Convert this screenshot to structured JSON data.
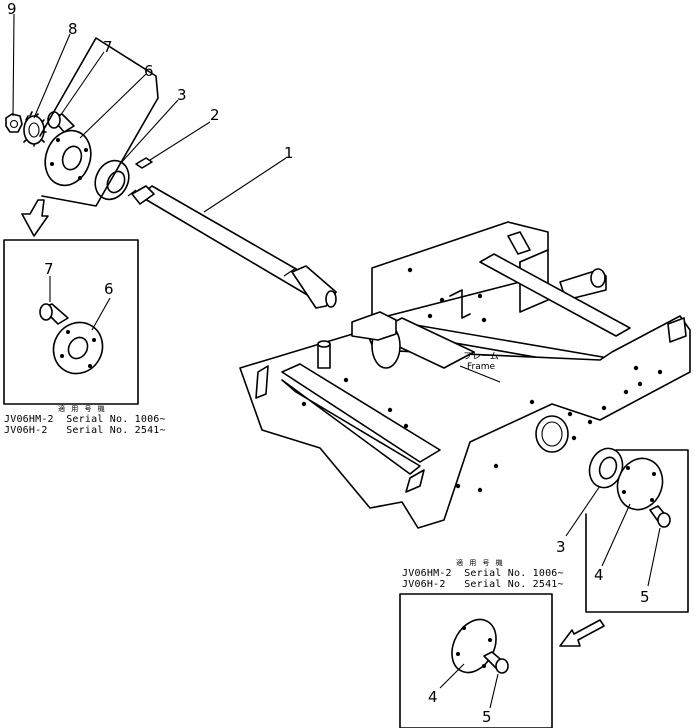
{
  "callouts": {
    "p1": "1",
    "p2": "2",
    "p3a": "3",
    "p3b": "3",
    "p4a": "4",
    "p4b": "4",
    "p5a": "5",
    "p5b": "5",
    "p6a": "6",
    "p6b": "6",
    "p7a": "7",
    "p7b": "7",
    "p8": "8",
    "p9": "9"
  },
  "frame_label": {
    "jp": "フレーム",
    "en": "Frame"
  },
  "inset_left": {
    "applicability": "適 用 号 機",
    "line1": "JV06HM-2  Serial No. 1006~",
    "line2": "JV06H-2   Serial No. 2541~"
  },
  "inset_right": {
    "applicability": "適 用 号 機",
    "line1": "JV06HM-2  Serial No. 1006~",
    "line2": "JV06H-2   Serial No. 2541~"
  }
}
